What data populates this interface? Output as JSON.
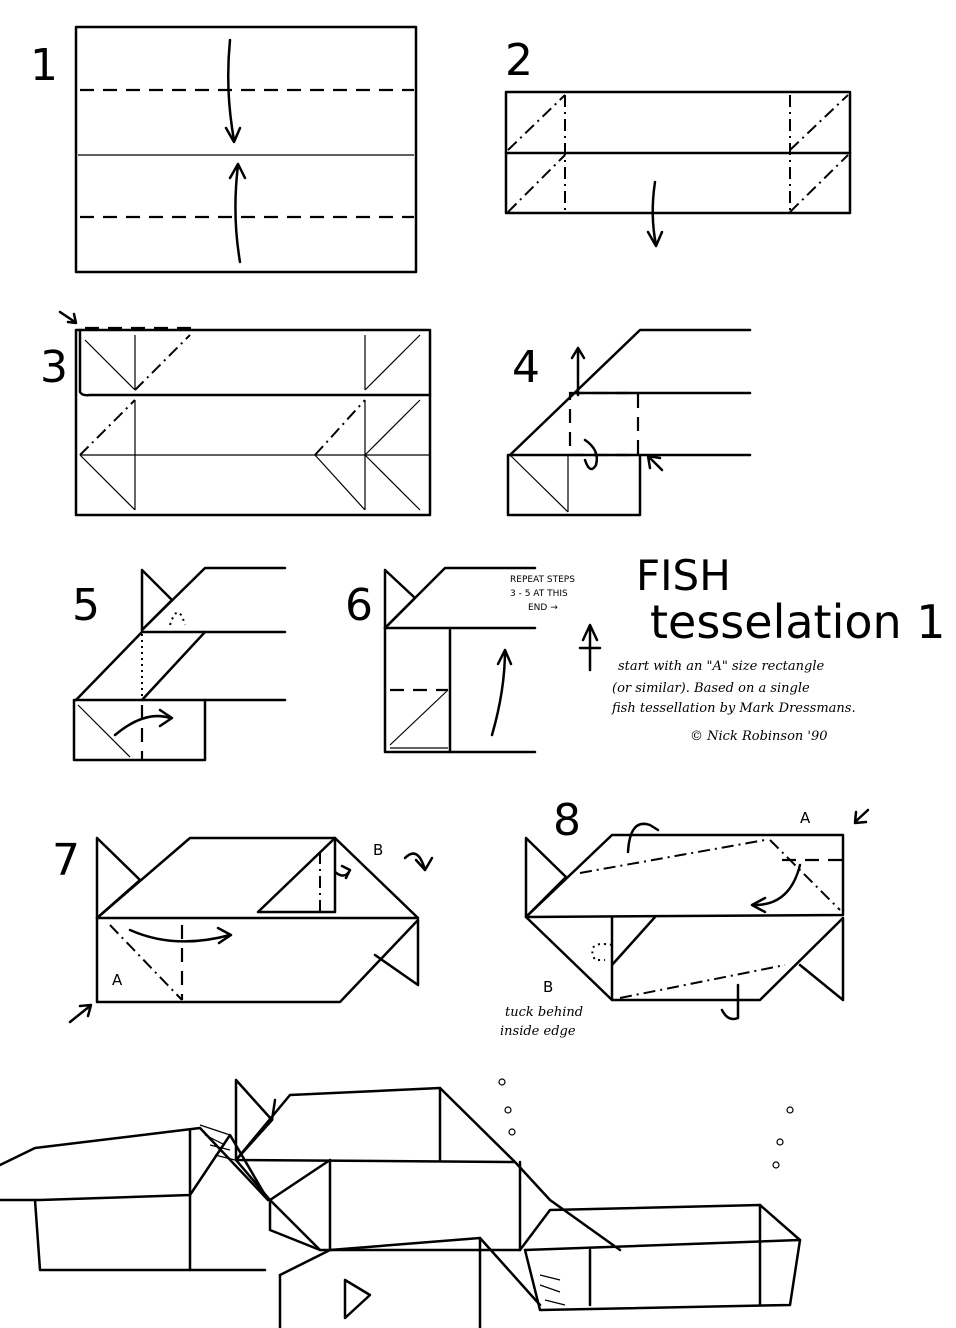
{
  "title": {
    "line1": "FISH",
    "line2": "tesselation 1"
  },
  "description": [
    "start with an \"A\" size rectangle",
    "(or similar). Based on a single",
    "fish tessellation by Mark Dressmans.",
    "© Nick Robinson '90"
  ],
  "steps": [
    "1",
    "2",
    "3",
    "4",
    "5",
    "6",
    "7",
    "8"
  ],
  "step6_note": [
    "REPEAT STEPS",
    "3 - 5 AT THIS",
    "END →"
  ],
  "step7_labels": {
    "a": "A",
    "b": "B"
  },
  "step8_labels": {
    "a": "A",
    "b": "B",
    "note1": "tuck behind",
    "note2": "inside edge"
  }
}
